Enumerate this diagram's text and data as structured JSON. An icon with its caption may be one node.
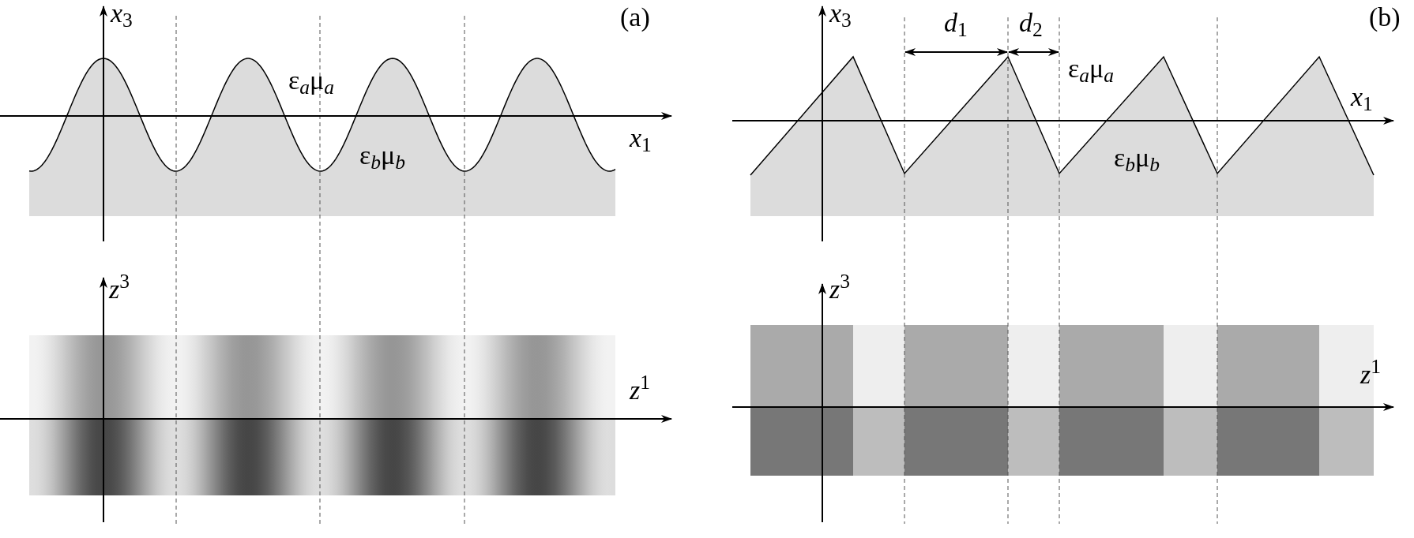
{
  "diagram": {
    "labels": [
      "x$_{3}$",
      "(a)",
      "ε$_{a}$μ$_{a}$",
      "ε$_{b}$μ$_{b}$",
      "x$_{1}$",
      "z$^{3}$",
      "z$^{1}$",
      "x$_{3}$",
      "d$_{1}$",
      "d$_{2}$",
      "(b)",
      "ε$_{a}$μ$_{a}$",
      "x$_{1}$",
      "ε$_{b}$μ$_{b}$",
      "z$^{3}$",
      "z$^{1}$"
    ]
  }
}
